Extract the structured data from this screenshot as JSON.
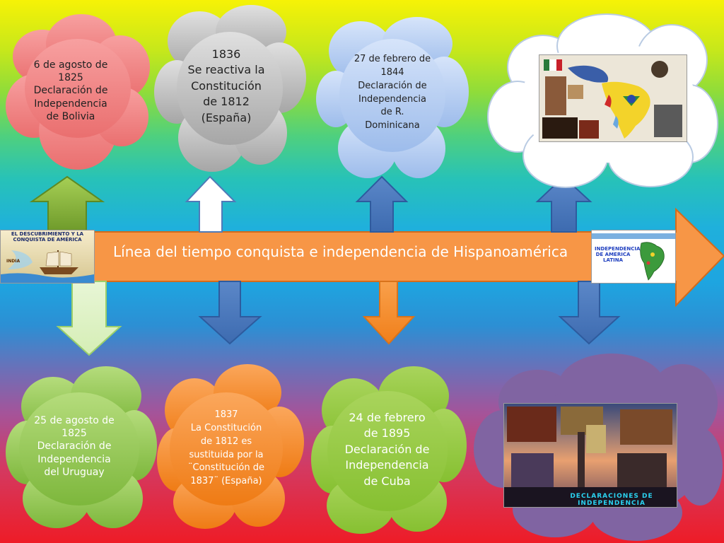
{
  "timeline": {
    "title": "Línea del tiempo conquista e independencia de Hispanoamérica",
    "left_image_caption": "EL DESCUBRIMIENTO Y LA CONQUISTA DE AMÉRICA",
    "left_image_map_label": "INDIA",
    "right_image_caption": "INDEPENDENCIA DE AMERICA LATINA"
  },
  "top_events": [
    {
      "lines": [
        "6 de agosto de",
        "1825",
        "Declaración de",
        "Independencia",
        "de Bolivia"
      ]
    },
    {
      "lines": [
        "1836",
        "Se reactiva la",
        "Constitución",
        "de 1812",
        "(España)"
      ]
    },
    {
      "lines": [
        "27 de febrero de",
        "1844",
        "Declaración de",
        "Independencia",
        "de R.",
        "Dominicana"
      ]
    }
  ],
  "bottom_events": [
    {
      "lines": [
        "25 de agosto de",
        "1825",
        "Declaración de",
        "Independencia",
        "del Uruguay"
      ]
    },
    {
      "lines": [
        "1837",
        "La Constitución",
        "de 1812 es",
        "sustituida por la",
        "¨Constitución de",
        "1837¨ (España)"
      ]
    },
    {
      "lines": [
        "24 de febrero",
        "de 1895",
        "Declaración de",
        "Independencia",
        "de Cuba"
      ]
    }
  ],
  "collage_bottom_caption": "DECLARACIONES DE INDEPENDENCIA",
  "colors": {
    "arrow_orange": "#f79646",
    "cloud_pink": "#f07d7d",
    "cloud_gray": "#b4b4b4",
    "cloud_blue": "#a9c6f0",
    "cloud_white": "#ffffff",
    "cloud_green": "#8cc14b",
    "cloud_orange": "#f58a2a",
    "cloud_lime": "#92c83e",
    "cloud_purple": "#8064a2"
  }
}
